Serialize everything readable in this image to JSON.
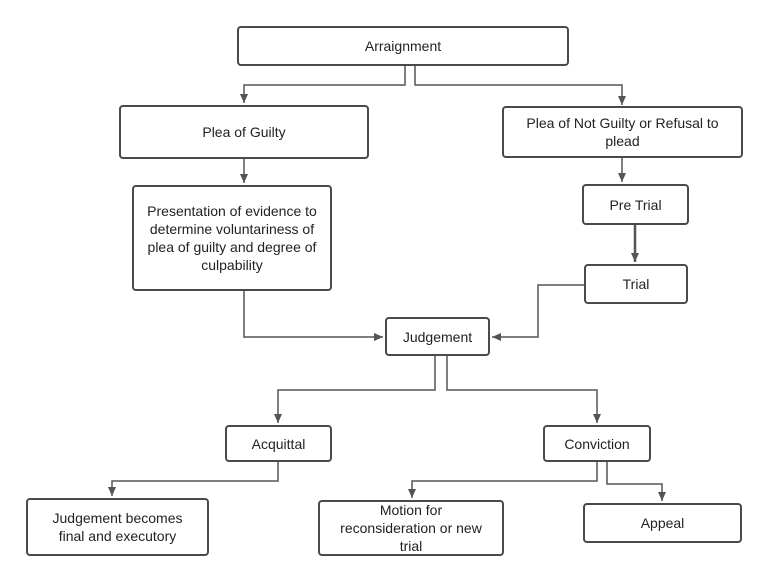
{
  "diagram": {
    "nodes": {
      "arraignment": "Arraignment",
      "plea_guilty": "Plea of Guilty",
      "plea_not_guilty": "Plea of Not Guilty or Refusal to\nplead",
      "presentation_evidence": "Presentation of evidence to\ndetermine voluntariness of\nplea of guilty and degree of\nculpability",
      "pre_trial": "Pre Trial",
      "trial": "Trial",
      "judgement": "Judgement",
      "acquittal": "Acquittal",
      "conviction": "Conviction",
      "judgement_final": "Judgement becomes\nfinal and executory",
      "motion": "Motion for\nreconsideration or new\ntrial",
      "appeal": "Appeal"
    },
    "colors": {
      "border": "#4a4a4a",
      "text": "#222222",
      "arrow": "#555555"
    }
  }
}
